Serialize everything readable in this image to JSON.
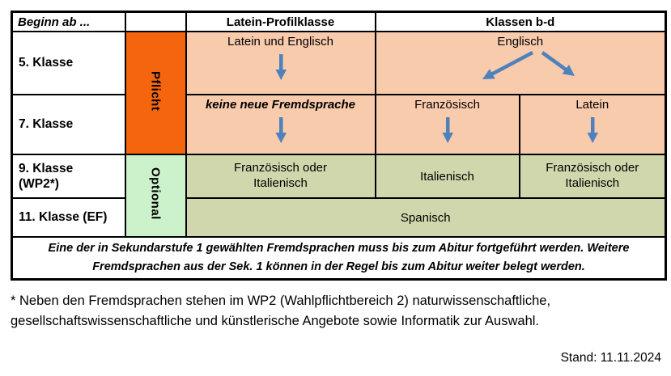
{
  "colors": {
    "pflicht_orange": "#F4650D",
    "optional_mint": "#CCF2CC",
    "cell_peach": "#F8CBAD",
    "cell_sage": "#D1D7AC",
    "arrow_blue": "#4F81BD",
    "border_black": "#000000"
  },
  "table": {
    "header": {
      "beginn": "Beginn ab ...",
      "latein_profilklasse": "Latein-Profilklasse",
      "klassen_bd": "Klassen b-d"
    },
    "bands": {
      "pflicht": "Pflicht",
      "optional": "Optional"
    },
    "row5": {
      "label": "5. Klasse",
      "profil": "Latein und Englisch",
      "bd": "Englisch"
    },
    "row7": {
      "label": "7. Klasse",
      "profil": "keine neue Fremdsprache",
      "bd_left": "Französisch",
      "bd_right": "Latein"
    },
    "row9": {
      "label": "9. Klasse (WP2*)",
      "profil": "Französisch oder Italienisch",
      "bd_left": "Italienisch",
      "bd_right": "Französisch oder Italienisch"
    },
    "row11": {
      "label": "11. Klasse (EF)",
      "all": "Spanisch"
    },
    "note": "Eine der in Sekundarstufe 1 gewählten Fremdsprachen muss bis zum Abitur fortgeführt werden. Weitere Fremdsprachen aus der Sek. 1 können in der Regel bis zum Abitur weiter belegt werden."
  },
  "footnote": "* Neben den Fremdsprachen stehen im WP2 (Wahlpflichtbereich 2) naturwissenschaftliche, gesellschaftswissenschaftliche und künstlerische Angebote sowie Informatik zur Auswahl.",
  "stand": "Stand: 11.11.2024"
}
